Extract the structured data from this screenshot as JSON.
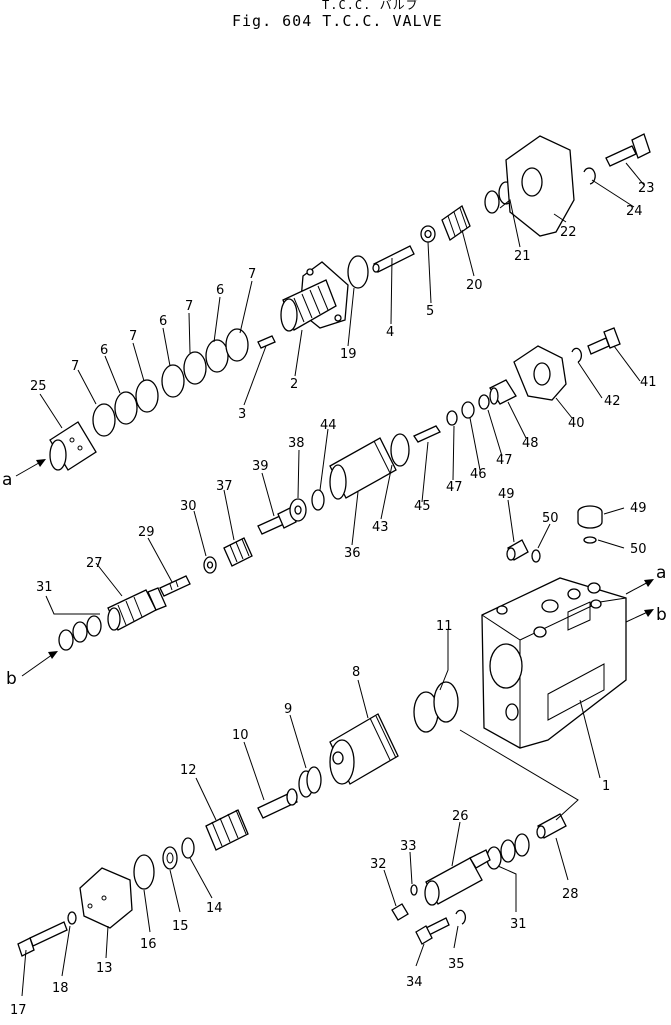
{
  "header": {
    "line1": "T.C.C.   バルブ",
    "line2": "Fig. 604   T.C.C. VALVE"
  },
  "flow_labels": {
    "a_in": "a",
    "b_in": "b",
    "a_out": "a",
    "b_out": "b"
  },
  "part_labels": {
    "p1": "1",
    "p2": "2",
    "p3": "3",
    "p4": "4",
    "p5": "5",
    "p6a": "6",
    "p6b": "6",
    "p6c": "6",
    "p7a": "7",
    "p7b": "7",
    "p7c": "7",
    "p7d": "7",
    "p8": "8",
    "p9": "9",
    "p10": "10",
    "p11": "11",
    "p12": "12",
    "p13": "13",
    "p14": "14",
    "p15": "15",
    "p16": "16",
    "p17": "17",
    "p18": "18",
    "p19": "19",
    "p20": "20",
    "p21": "21",
    "p22": "22",
    "p23": "23",
    "p24": "24",
    "p25": "25",
    "p26": "26",
    "p27": "27",
    "p28": "28",
    "p29": "29",
    "p30": "30",
    "p31a": "31",
    "p31b": "31",
    "p32": "32",
    "p33": "33",
    "p34": "34",
    "p35": "35",
    "p36": "36",
    "p37": "37",
    "p38": "38",
    "p39": "39",
    "p40": "40",
    "p41": "41",
    "p42": "42",
    "p43": "43",
    "p44": "44",
    "p45": "45",
    "p46": "46",
    "p47a": "47",
    "p47b": "47",
    "p48": "48",
    "p49a": "49",
    "p49b": "49",
    "p50a": "50",
    "p50b": "50"
  }
}
